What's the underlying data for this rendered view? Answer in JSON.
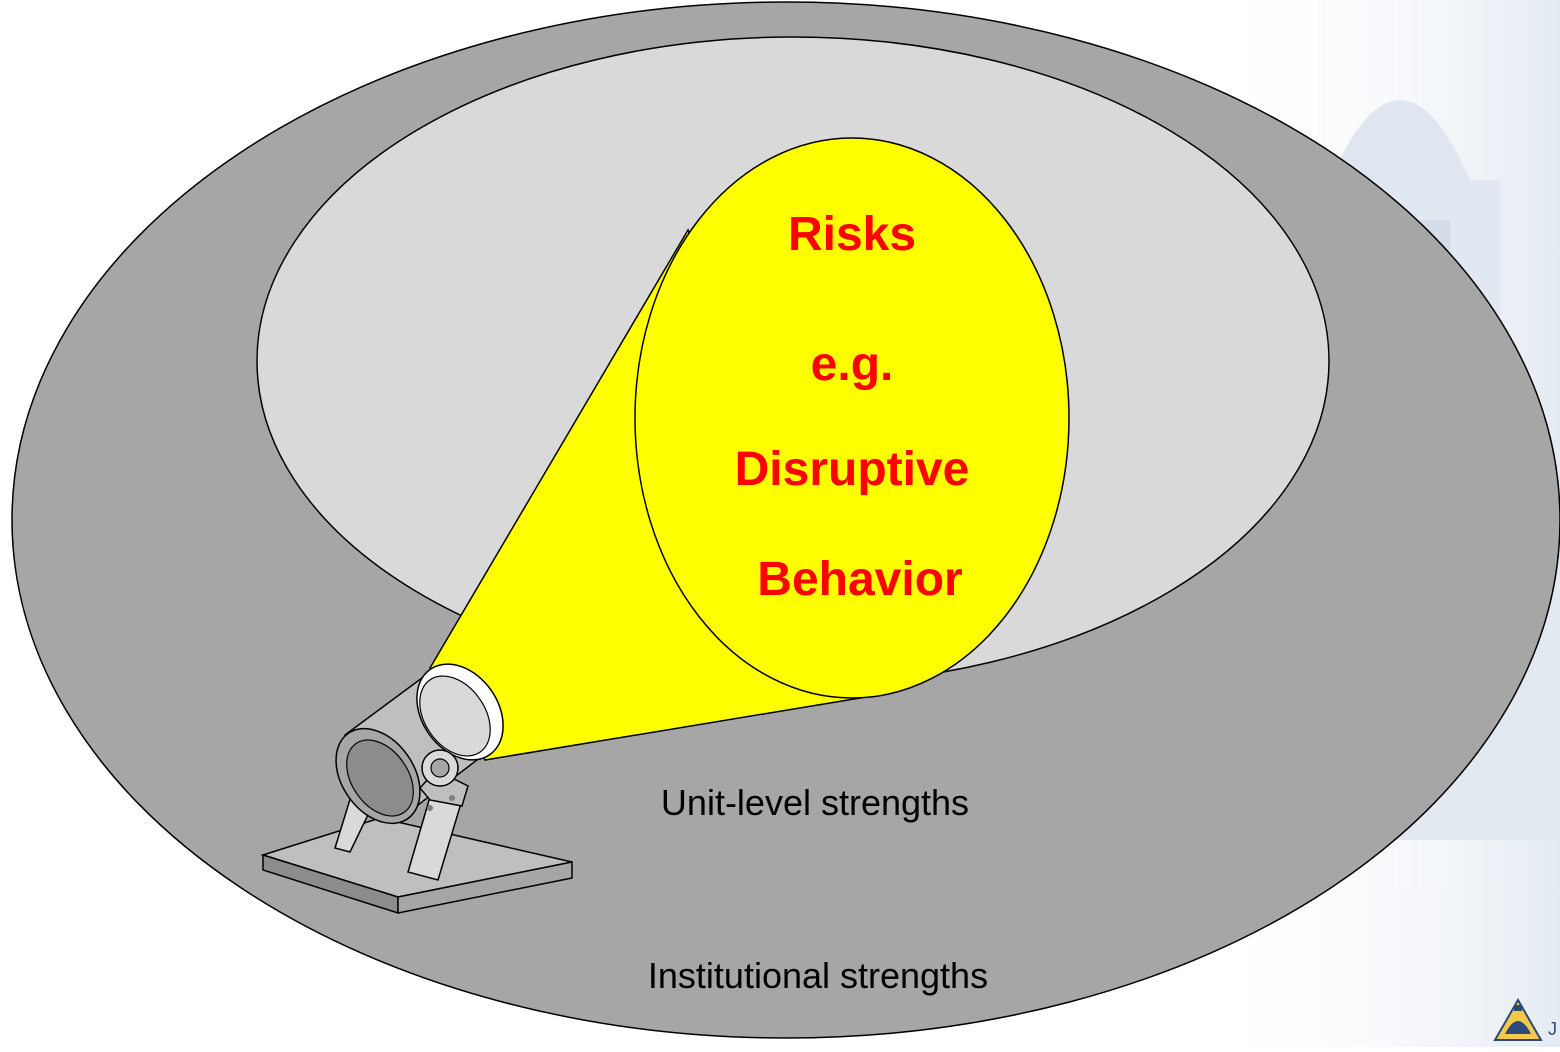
{
  "diagram": {
    "spotlight_lines": [
      "Risks",
      "e.g.",
      "Disruptive",
      "Behavior"
    ],
    "inner_label": "Unit-level strengths",
    "outer_label": "Institutional strengths"
  },
  "colors": {
    "outer_ring": "#a6a6a6",
    "inner_ring": "#d9d9d9",
    "spotlight": "#ffff00",
    "spotlight_text": "#ff0000",
    "label_text": "#000000",
    "lamp_body": "#bfbfbf"
  },
  "icons": {
    "spotlight_lamp": "spotlight-lamp-icon",
    "logo": "university-dome-logo"
  }
}
